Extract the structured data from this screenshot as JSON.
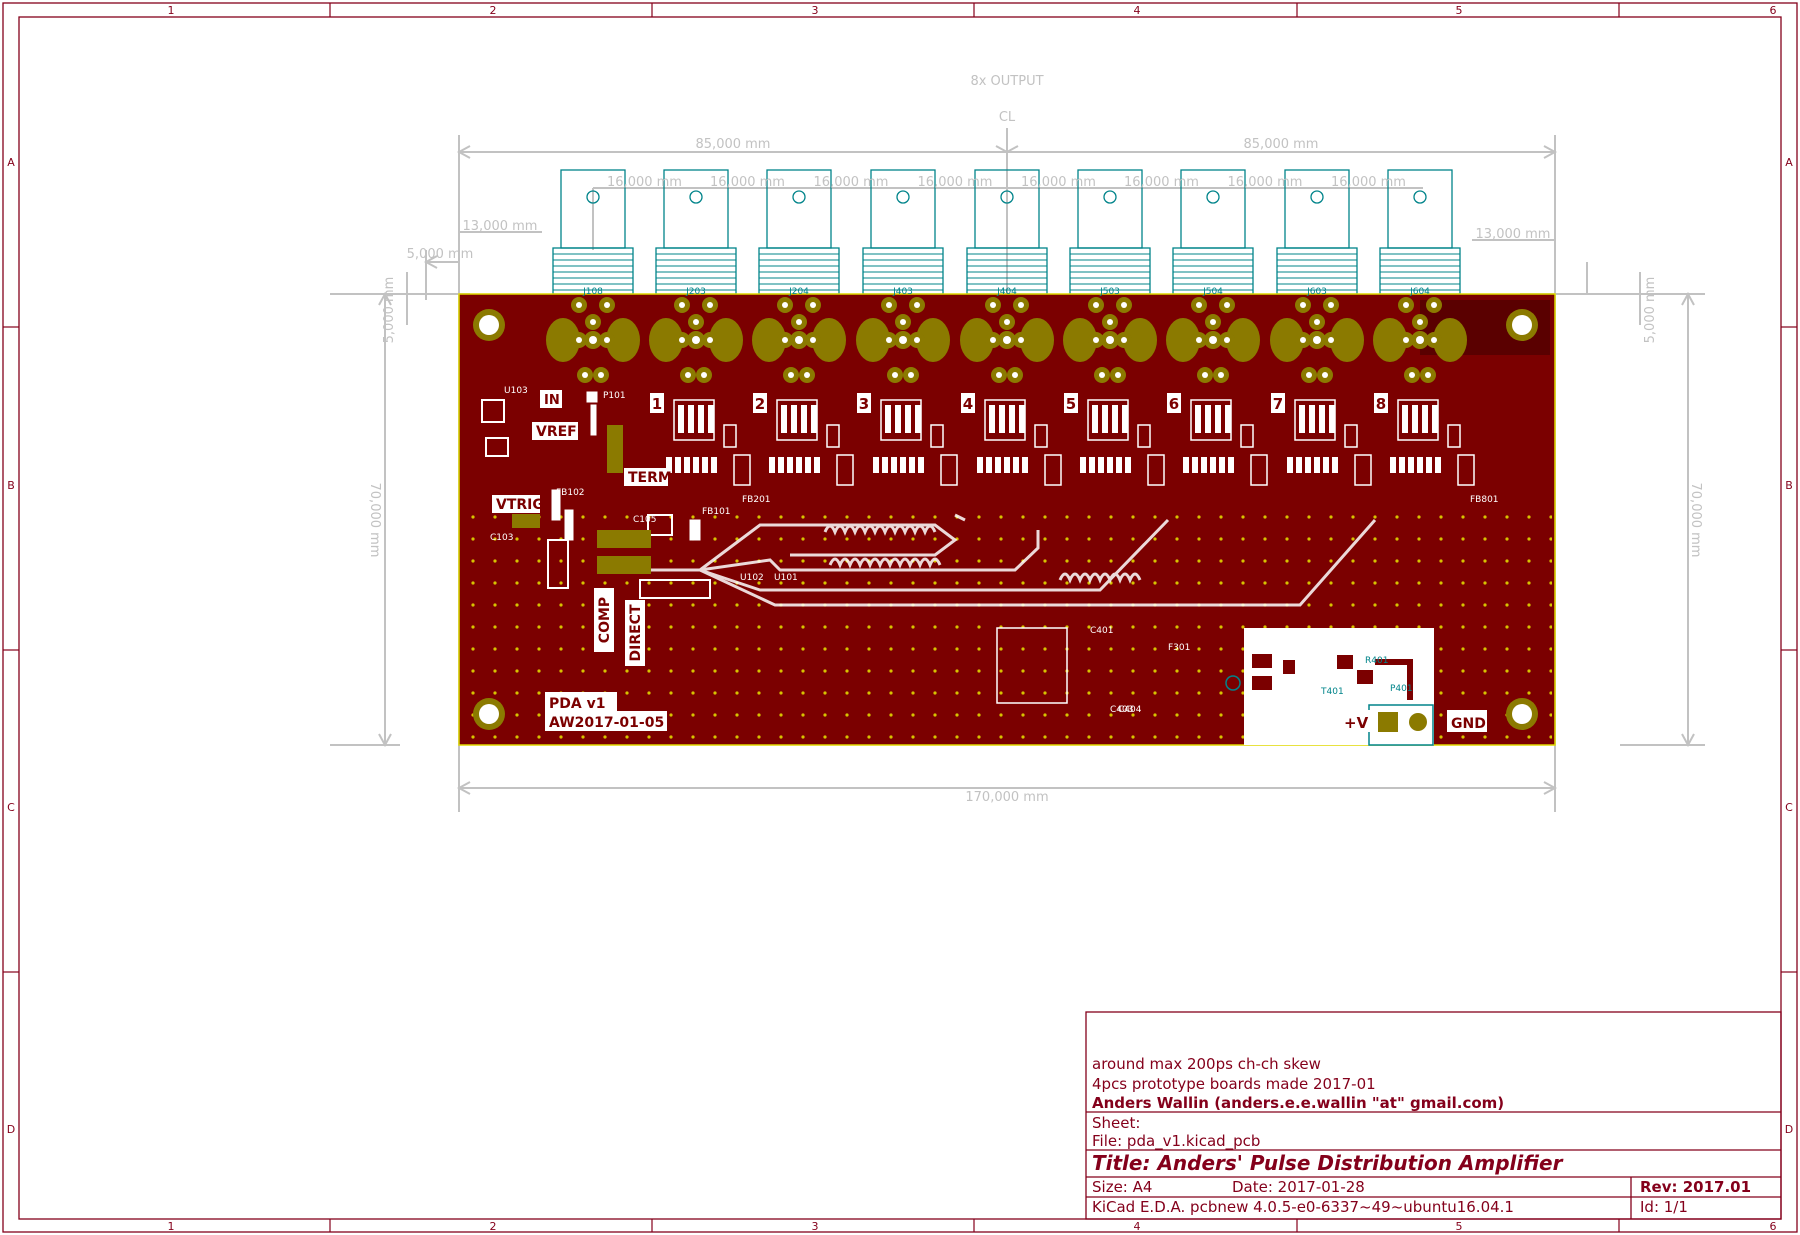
{
  "frame": {
    "columns": [
      "1",
      "2",
      "3",
      "4",
      "5",
      "6"
    ],
    "rows": [
      "A",
      "B",
      "C",
      "D"
    ]
  },
  "colors": {
    "frame": "#84001b",
    "copper": "#7b0000",
    "pad": "#8b7a00",
    "silk": "#ffffff",
    "dimension": "#c2c2c2",
    "courtyard": "#00848a"
  },
  "pcb": {
    "output_label": "8x OUTPUT",
    "center_label": "CL",
    "dims": {
      "half_left": "85,000 mm",
      "half_right": "85,000 mm",
      "pitch": "16,000 mm",
      "edge_left": "13,000 mm",
      "edge_right": "13,000 mm",
      "hole_offset": "5,000 mm",
      "hole_left_v": "5,000 mm",
      "hole_right_v": "5,000 mm",
      "height_left": "70,000 mm",
      "height_right": "70,000 mm",
      "width": "170,000 mm"
    },
    "connector_refs": [
      "J108",
      "J203",
      "J204",
      "J403",
      "J404",
      "J503",
      "J504",
      "J603",
      "J604"
    ],
    "channel_numbers": [
      "1",
      "2",
      "3",
      "4",
      "5",
      "6",
      "7",
      "8"
    ],
    "labels": {
      "in": "IN",
      "vref": "VREF",
      "vtrig": "VTRIG",
      "term": "TERM",
      "comp": "COMP",
      "direct": "DIRECT",
      "version": "PDA v1",
      "date_code": "AW2017-01-05",
      "plus_v": "+V",
      "gnd": "GND"
    },
    "small_refs": [
      "U103",
      "P101",
      "FB101",
      "C105",
      "C103",
      "FB102",
      "T401",
      "R401",
      "P401",
      "F301",
      "C401",
      "C403",
      "C404",
      "U102",
      "U101",
      "FB201",
      "FB801"
    ]
  },
  "title_block": {
    "comment1": "around max 200ps ch-ch skew",
    "comment2": "4pcs prototype boards made 2017-01",
    "author": "Anders Wallin (anders.e.e.wallin \"at\" gmail.com)",
    "sheet": "Sheet:",
    "file": "File: pda_v1.kicad_pcb",
    "title": "Title: Anders' Pulse Distribution Amplifier",
    "size": "Size: A4",
    "date": "Date: 2017-01-28",
    "rev": "Rev: 2017.01",
    "tool": "KiCad E.D.A.  pcbnew 4.0.5-e0-6337~49~ubuntu16.04.1",
    "id": "Id: 1/1"
  }
}
